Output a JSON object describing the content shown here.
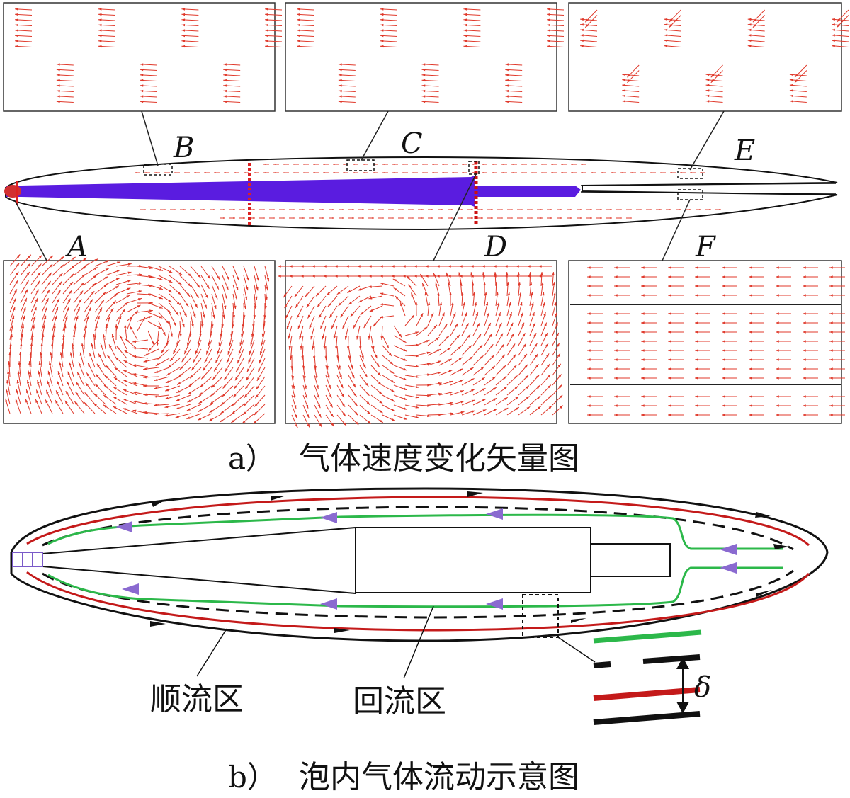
{
  "labels": {
    "a": "A",
    "b": "B",
    "c": "C",
    "d": "D",
    "e": "E",
    "f": "F"
  },
  "captions": {
    "a_prefix": "a）",
    "a_text": "气体速度变化矢量图",
    "b_prefix": "b）",
    "b_text": "泡内气体流动示意图"
  },
  "annotations": {
    "forward_flow": "顺流区",
    "return_flow": "回流区",
    "gap_symbol": "δ"
  },
  "colors": {
    "vector": "#e0392b",
    "vector_dense": "#cc1f1f",
    "tube_fill": "#5a1ce0",
    "outline": "#111111",
    "forward_flow": "#c41a1a",
    "return_flow": "#2cb84a",
    "arrow_return": "#8a6ad0",
    "arrow_forward": "#111111"
  }
}
